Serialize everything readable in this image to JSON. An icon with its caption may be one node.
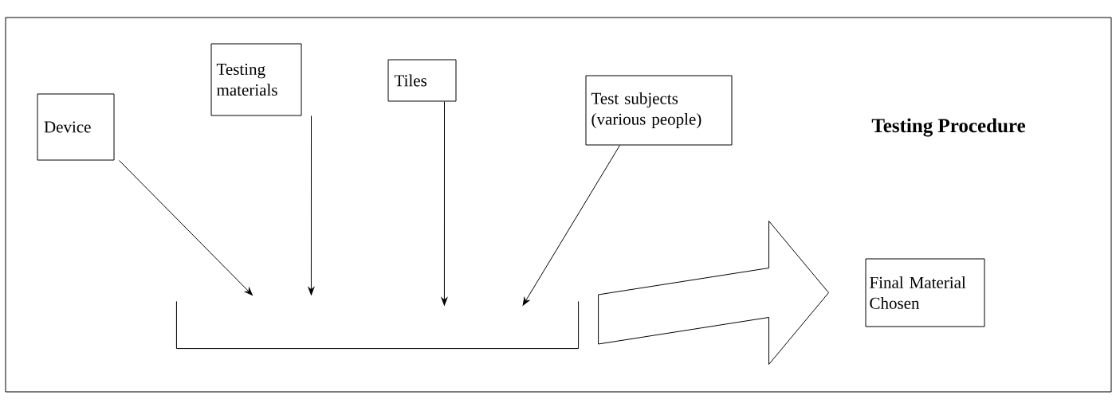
{
  "diagram": {
    "title": "Testing Procedure",
    "nodes": [
      {
        "text": [
          "Device"
        ]
      },
      {
        "text": [
          "Testing materials"
        ]
      },
      {
        "text": [
          "Tiles"
        ]
      },
      {
        "text": [
          "Test subjects (various people)"
        ]
      },
      {
        "text": [],
        "shape": "box"
      },
      {
        "text": [
          "Final Material Chosen"
        ]
      }
    ],
    "edges": [
      {
        "from": 0,
        "to": 4,
        "arrow": "to"
      },
      {
        "from": 1,
        "to": 4,
        "arrow": "to"
      },
      {
        "from": 2,
        "to": 4,
        "arrow": "to"
      },
      {
        "from": 3,
        "to": 4,
        "arrow": "to"
      },
      {
        "from": 4,
        "to": 5,
        "arrow": "to",
        "style": "thick"
      }
    ]
  }
}
